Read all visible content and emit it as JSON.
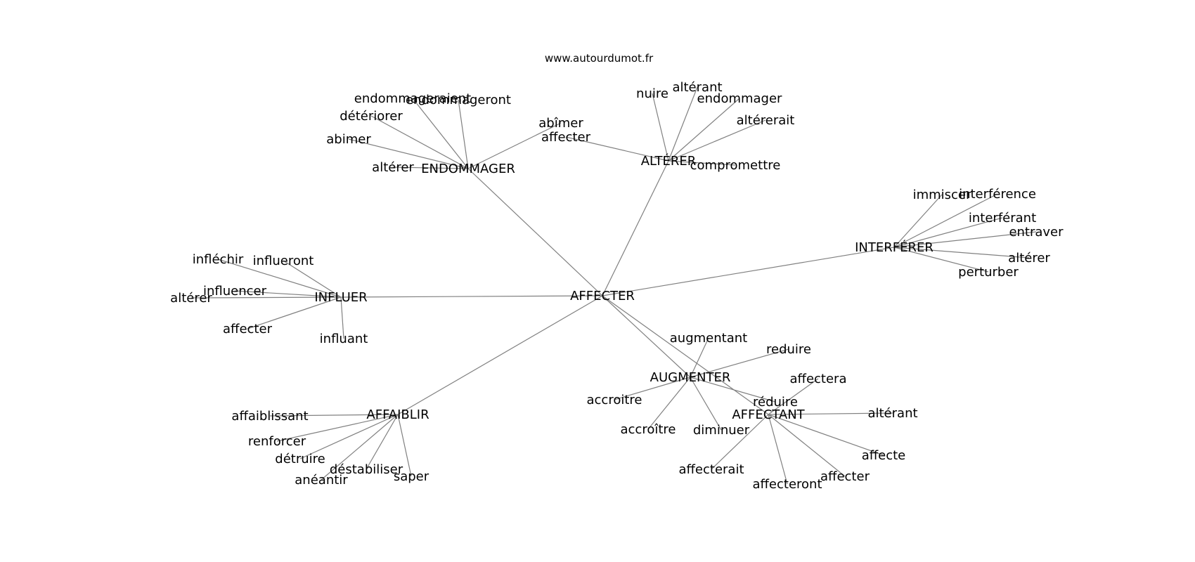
{
  "site": "www.autourdumot.fr",
  "colors": {
    "edge": "#808080",
    "text": "#000000",
    "background": "#ffffff"
  },
  "nodes": [
    {
      "id": "AFFECTER",
      "label": "AFFECTER"
    },
    {
      "id": "ENDOMMAGER",
      "label": "ENDOMMAGER"
    },
    {
      "id": "ALTERER",
      "label": "ALTÉRER"
    },
    {
      "id": "INTERFERER",
      "label": "INTERFÉRER"
    },
    {
      "id": "INFLUER",
      "label": "INFLUER"
    },
    {
      "id": "AFFAIBLIR",
      "label": "AFFAIBLIR"
    },
    {
      "id": "AUGMENTER",
      "label": "AUGMENTER"
    },
    {
      "id": "AFFECTANT",
      "label": "AFFECTANT"
    },
    {
      "id": "e_endommageraient",
      "label": "endommageraient"
    },
    {
      "id": "e_endommageront",
      "label": "endommageront"
    },
    {
      "id": "e_deteriorer",
      "label": "détériorer"
    },
    {
      "id": "e_abimer",
      "label": "abimer"
    },
    {
      "id": "e_alterer",
      "label": "altérer"
    },
    {
      "id": "e_abimer2",
      "label": "abîmer"
    },
    {
      "id": "a_nuire",
      "label": "nuire"
    },
    {
      "id": "a_alterant",
      "label": "altérant"
    },
    {
      "id": "a_endommager",
      "label": "endommager"
    },
    {
      "id": "a_altererait",
      "label": "altérerait"
    },
    {
      "id": "a_affecter",
      "label": "affecter"
    },
    {
      "id": "a_compromettre",
      "label": "compromettre"
    },
    {
      "id": "i_immiscer",
      "label": "immiscer"
    },
    {
      "id": "i_interference",
      "label": "interférence"
    },
    {
      "id": "i_interferant",
      "label": "interférant"
    },
    {
      "id": "i_entraver",
      "label": "entraver"
    },
    {
      "id": "i_alterer",
      "label": "altérer"
    },
    {
      "id": "i_perturber",
      "label": "perturber"
    },
    {
      "id": "n_inflechir",
      "label": "infléchir"
    },
    {
      "id": "n_influeront",
      "label": "influeront"
    },
    {
      "id": "n_influencer",
      "label": "influencer"
    },
    {
      "id": "n_alterer",
      "label": "altérer"
    },
    {
      "id": "n_affecter",
      "label": "affecter"
    },
    {
      "id": "n_influant",
      "label": "influant"
    },
    {
      "id": "f_affaiblissant",
      "label": "affaiblissant"
    },
    {
      "id": "f_renforcer",
      "label": "renforcer"
    },
    {
      "id": "f_detruire",
      "label": "détruire"
    },
    {
      "id": "f_destabiliser",
      "label": "déstabiliser"
    },
    {
      "id": "f_aneantir",
      "label": "anéantir"
    },
    {
      "id": "f_saper",
      "label": "saper"
    },
    {
      "id": "g_augmentant",
      "label": "augmentant"
    },
    {
      "id": "g_reduire",
      "label": "reduire"
    },
    {
      "id": "g_accroitre",
      "label": "accroitre"
    },
    {
      "id": "g_accroitre2",
      "label": "accroître"
    },
    {
      "id": "g_diminuer",
      "label": "diminuer"
    },
    {
      "id": "g_reduire2",
      "label": "réduire"
    },
    {
      "id": "t_affectera",
      "label": "affectera"
    },
    {
      "id": "t_alterant",
      "label": "altérant"
    },
    {
      "id": "t_affecte",
      "label": "affecte"
    },
    {
      "id": "t_affecter",
      "label": "affecter"
    },
    {
      "id": "t_affecteront",
      "label": "affecteront"
    },
    {
      "id": "t_affecterait",
      "label": "affecterait"
    }
  ],
  "edges": [
    [
      "AFFECTER",
      "ENDOMMAGER"
    ],
    [
      "AFFECTER",
      "ALTERER"
    ],
    [
      "AFFECTER",
      "INTERFERER"
    ],
    [
      "AFFECTER",
      "INFLUER"
    ],
    [
      "AFFECTER",
      "AFFAIBLIR"
    ],
    [
      "AFFECTER",
      "AUGMENTER"
    ],
    [
      "AFFECTER",
      "AFFECTANT"
    ],
    [
      "ENDOMMAGER",
      "e_endommageraient"
    ],
    [
      "ENDOMMAGER",
      "e_endommageront"
    ],
    [
      "ENDOMMAGER",
      "e_deteriorer"
    ],
    [
      "ENDOMMAGER",
      "e_abimer"
    ],
    [
      "ENDOMMAGER",
      "e_alterer"
    ],
    [
      "ENDOMMAGER",
      "e_abimer2"
    ],
    [
      "ALTERER",
      "a_nuire"
    ],
    [
      "ALTERER",
      "a_alterant"
    ],
    [
      "ALTERER",
      "a_endommager"
    ],
    [
      "ALTERER",
      "a_altererait"
    ],
    [
      "ALTERER",
      "a_affecter"
    ],
    [
      "ALTERER",
      "a_compromettre"
    ],
    [
      "INTERFERER",
      "i_immiscer"
    ],
    [
      "INTERFERER",
      "i_interference"
    ],
    [
      "INTERFERER",
      "i_interferant"
    ],
    [
      "INTERFERER",
      "i_entraver"
    ],
    [
      "INTERFERER",
      "i_alterer"
    ],
    [
      "INTERFERER",
      "i_perturber"
    ],
    [
      "INFLUER",
      "n_inflechir"
    ],
    [
      "INFLUER",
      "n_influeront"
    ],
    [
      "INFLUER",
      "n_influencer"
    ],
    [
      "INFLUER",
      "n_alterer"
    ],
    [
      "INFLUER",
      "n_affecter"
    ],
    [
      "INFLUER",
      "n_influant"
    ],
    [
      "AFFAIBLIR",
      "f_affaiblissant"
    ],
    [
      "AFFAIBLIR",
      "f_renforcer"
    ],
    [
      "AFFAIBLIR",
      "f_detruire"
    ],
    [
      "AFFAIBLIR",
      "f_destabiliser"
    ],
    [
      "AFFAIBLIR",
      "f_aneantir"
    ],
    [
      "AFFAIBLIR",
      "f_saper"
    ],
    [
      "AUGMENTER",
      "g_augmentant"
    ],
    [
      "AUGMENTER",
      "g_reduire"
    ],
    [
      "AUGMENTER",
      "g_accroitre"
    ],
    [
      "AUGMENTER",
      "g_accroitre2"
    ],
    [
      "AUGMENTER",
      "g_diminuer"
    ],
    [
      "AUGMENTER",
      "g_reduire2"
    ],
    [
      "AFFECTANT",
      "t_affectera"
    ],
    [
      "AFFECTANT",
      "t_alterant"
    ],
    [
      "AFFECTANT",
      "t_affecte"
    ],
    [
      "AFFECTANT",
      "t_affecter"
    ],
    [
      "AFFECTANT",
      "t_affecteront"
    ],
    [
      "AFFECTANT",
      "t_affecterait"
    ]
  ]
}
